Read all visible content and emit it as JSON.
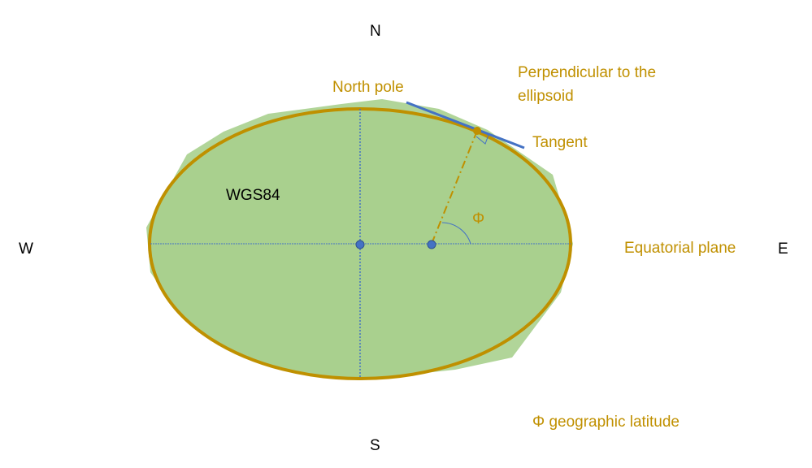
{
  "compass": {
    "north": "N",
    "south": "S",
    "west": "W",
    "east": "E"
  },
  "labels": {
    "north_pole": "North pole",
    "perpendicular_line1": "Perpendicular to the",
    "perpendicular_line2": "ellipsoid",
    "tangent": "Tangent",
    "ellipsoid_name": "WGS84",
    "angle_symbol": "Φ",
    "equatorial_plane": "Equatorial plane",
    "legend": "Φ geographic latitude"
  },
  "colors": {
    "ellipse_fill": "#a9d08e",
    "ellipse_stroke": "#bf9000",
    "accent_blue": "#4472c4",
    "text_gold": "#c09000"
  }
}
